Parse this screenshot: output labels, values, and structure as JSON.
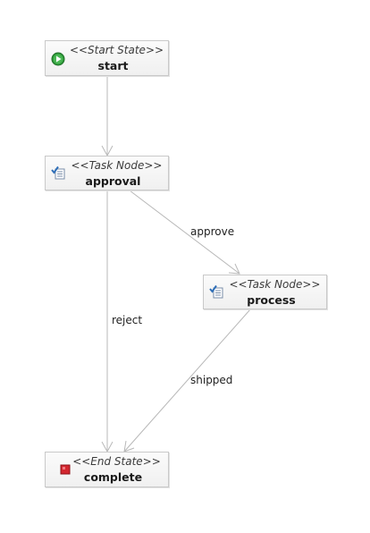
{
  "colors": {
    "edge": "#b8b8b8",
    "node_border": "#c9c9c9",
    "start_icon": "#2f9b3a",
    "end_icon": "#d3272f",
    "task_icon": "#2f6fb8"
  },
  "nodes": {
    "start": {
      "stereotype": "<<Start State>>",
      "name": "start",
      "icon": "play-circle-icon"
    },
    "approval": {
      "stereotype": "<<Task Node>>",
      "name": "approval",
      "icon": "task-checklist-icon"
    },
    "process": {
      "stereotype": "<<Task Node>>",
      "name": "process",
      "icon": "task-checklist-icon"
    },
    "complete": {
      "stereotype": "<<End State>>",
      "name": "complete",
      "icon": "stop-square-icon"
    }
  },
  "transitions": {
    "start_to_approval": {
      "label": ""
    },
    "approve": {
      "label": "approve"
    },
    "reject": {
      "label": "reject"
    },
    "shipped": {
      "label": "shipped"
    }
  }
}
